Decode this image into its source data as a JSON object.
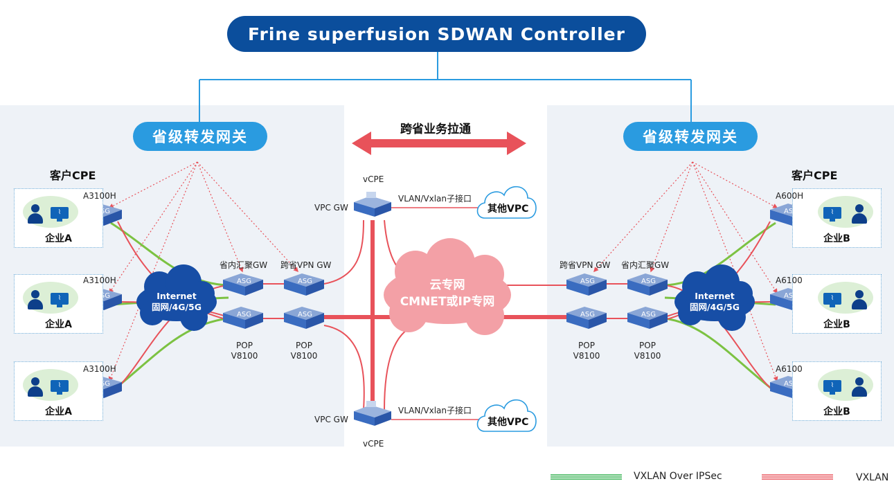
{
  "controller": {
    "title": "Frine  superfusion SDWAN Controller"
  },
  "gateways": {
    "left_label": "省级转发网关",
    "right_label": "省级转发网关"
  },
  "cross_province": {
    "label": "跨省业务拉通"
  },
  "cpe": {
    "left_title": "客户CPE",
    "right_title": "客户CPE"
  },
  "left_enterprises": [
    {
      "name": "企业A",
      "model": "A3100H",
      "device": "ASG"
    },
    {
      "name": "企业A",
      "model": "A3100H",
      "device": "ASG"
    },
    {
      "name": "企业A",
      "model": "A3100H",
      "device": "ASG"
    }
  ],
  "right_enterprises": [
    {
      "name": "企业B",
      "model": "A600H",
      "device": "ASG"
    },
    {
      "name": "企业B",
      "model": "A6100",
      "device": "ASG"
    },
    {
      "name": "企业B",
      "model": "A6100",
      "device": "ASG"
    }
  ],
  "internet": {
    "line1": "Internet",
    "line2": "固网/4G/5G"
  },
  "left_pops": {
    "agg_gw": "省内汇聚GW",
    "vpn_gw": "跨省VPN GW",
    "pop1": "POP\nV8100",
    "pop2": "POP\nV8100"
  },
  "right_pops": {
    "vpn_gw": "跨省VPN GW",
    "agg_gw": "省内汇聚GW",
    "pop1": "POP\nV8100",
    "pop2": "POP\nV8100"
  },
  "cloud": {
    "line1": "云专网",
    "line2": "CMNET或IP专网"
  },
  "vcpe": {
    "top_label": "vCPE",
    "bottom_label": "vCPE",
    "vpc_gw_label": "VPC GW",
    "subif_label": "VLAN/Vxlan子接口",
    "other_vpc": "其他VPC"
  },
  "device_icon_text": "ASG",
  "icons": {
    "person": "person-icon",
    "monitor": "monitor-icon",
    "cloud": "cloud-icon",
    "router": "router-icon"
  },
  "legend": {
    "green_label": "VXLAN Over IPSec",
    "red_label": "VXLAN"
  },
  "colors": {
    "controller": "#0b4e9c",
    "gateway": "#2a9be0",
    "link_green": "#7cc242",
    "link_red": "#e8525a",
    "cloud": "#f3a0a6",
    "internet": "#174ea6"
  }
}
